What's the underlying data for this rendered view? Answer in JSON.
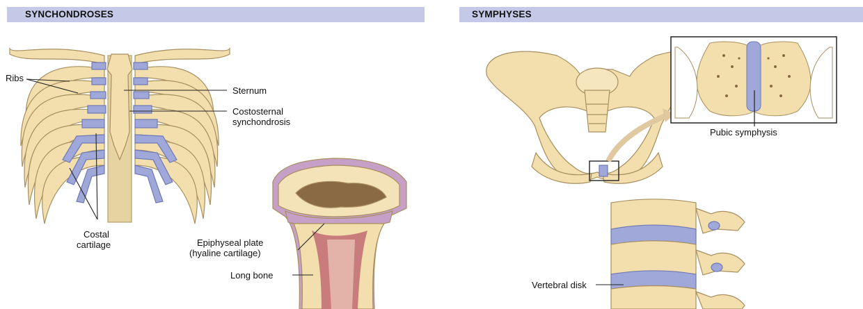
{
  "left": {
    "heading": "SYNCHONDROSES",
    "labels": {
      "ribs": "Ribs",
      "sternum": "Sternum",
      "costosternal_1": "Costosternal",
      "costosternal_2": "synchondrosis",
      "costal_1": "Costal",
      "costal_2": "cartilage",
      "epiphyseal_1": "Epiphyseal plate",
      "epiphyseal_2": "(hyaline cartilage)",
      "long_bone": "Long bone"
    }
  },
  "right": {
    "heading": "SYMPHYSES",
    "labels": {
      "pubic": "Pubic symphysis",
      "vertebral": "Vertebral disk"
    }
  },
  "colors": {
    "header_bg": "#c5c9e8",
    "bone": "#f2dfad",
    "bone_outline": "#a88f5f",
    "cartilage": "#9fa8d8",
    "marrow": "#c97c7c"
  }
}
